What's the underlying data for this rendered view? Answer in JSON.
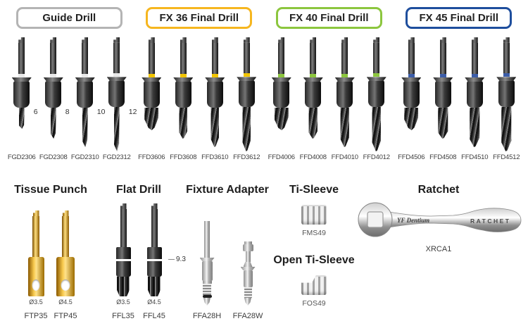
{
  "top_groups": [
    {
      "label": "Guide Drill",
      "accent_color": "#b4b4b4",
      "band_color": "#e9e9e9",
      "items": [
        {
          "code": "FGD2306",
          "length_mark": "6"
        },
        {
          "code": "FGD2308",
          "length_mark": "8"
        },
        {
          "code": "FGD2310",
          "length_mark": "10"
        },
        {
          "code": "FGD2312",
          "length_mark": "12"
        }
      ]
    },
    {
      "label": "FX 36 Final Drill",
      "accent_color": "#f6b61f",
      "band_color": "#f2c500",
      "items": [
        {
          "code": "FFD3606"
        },
        {
          "code": "FFD3608"
        },
        {
          "code": "FFD3610"
        },
        {
          "code": "FFD3612"
        }
      ]
    },
    {
      "label": "FX 40 Final Drill",
      "accent_color": "#8cc63e",
      "band_color": "#8cc63e",
      "items": [
        {
          "code": "FFD4006"
        },
        {
          "code": "FFD4008"
        },
        {
          "code": "FFD4010"
        },
        {
          "code": "FFD4012"
        }
      ]
    },
    {
      "label": "FX 45 Final Drill",
      "accent_color": "#1e4e9d",
      "band_color": "#3c5da8",
      "items": [
        {
          "code": "FFD4506"
        },
        {
          "code": "FFD4508"
        },
        {
          "code": "FFD4510"
        },
        {
          "code": "FFD4512"
        }
      ]
    }
  ],
  "bottom": {
    "tissue_punch": {
      "title": "Tissue Punch",
      "items": [
        {
          "diameter": "Ø3.5",
          "code": "FTP35"
        },
        {
          "diameter": "Ø4.5",
          "code": "FTP45"
        }
      ]
    },
    "flat_drill": {
      "title": "Flat Drill",
      "length_dim": "9.3",
      "items": [
        {
          "diameter": "Ø3.5",
          "code": "FFL35"
        },
        {
          "diameter": "Ø4.5",
          "code": "FFL45"
        }
      ]
    },
    "fixture_adapter": {
      "title": "Fixture Adapter",
      "items": [
        {
          "code": "FFA28H"
        },
        {
          "code": "FFA28W"
        }
      ]
    },
    "ti_sleeve": {
      "title": "Ti-Sleeve",
      "code": "FMS49"
    },
    "open_ti_sleeve": {
      "title": "Open Ti-Sleeve",
      "code": "FOS49"
    },
    "ratchet": {
      "title": "Ratchet",
      "code": "XRCA1",
      "engraving_brand": "YF Dentium",
      "engraving_label": "RATCHET"
    }
  }
}
